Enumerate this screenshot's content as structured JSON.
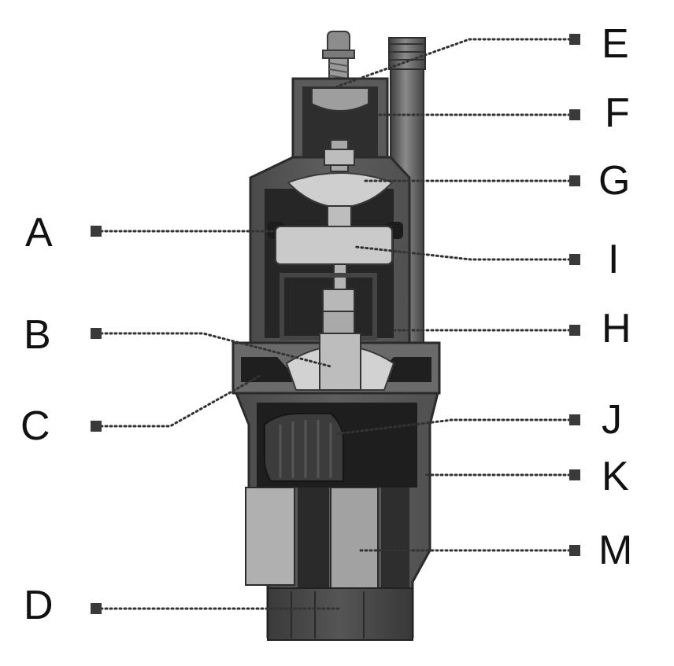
{
  "diagram": {
    "labels": {
      "A": "A",
      "B": "B",
      "C": "C",
      "D": "D",
      "E": "E",
      "F": "F",
      "G": "G",
      "I": "I",
      "H": "H",
      "J": "J",
      "K": "K",
      "M": "M"
    },
    "colors": {
      "leader": "#333333",
      "marker": "#3a3a3a",
      "label": "#111111"
    }
  }
}
